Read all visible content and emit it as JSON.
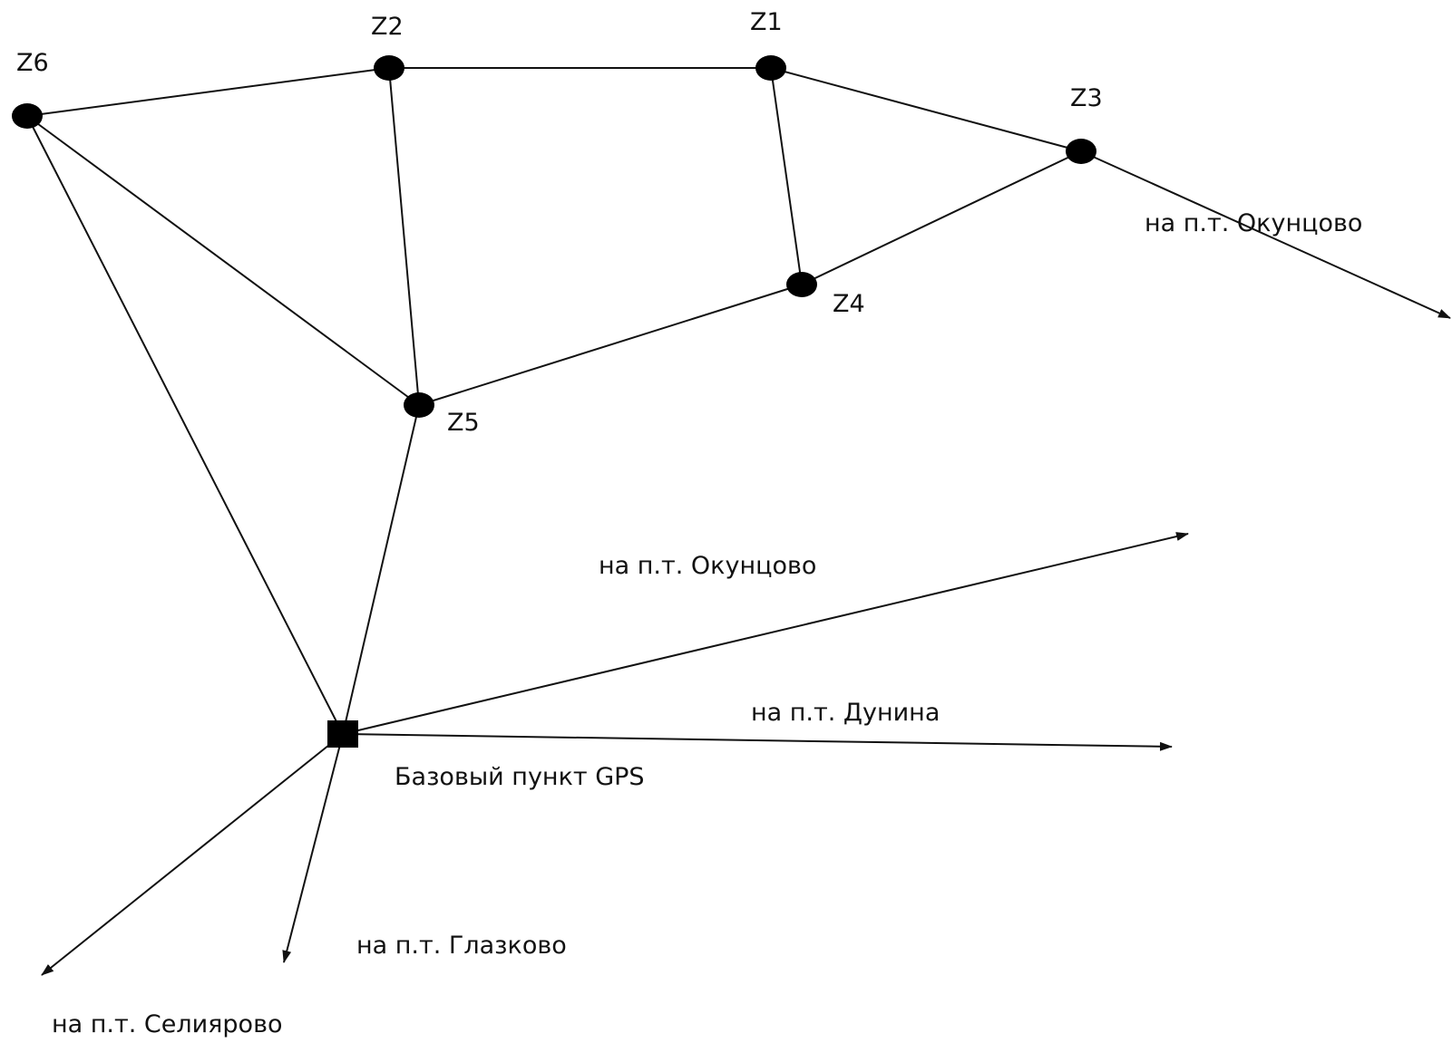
{
  "nodes": [
    {
      "id": "Z6",
      "label": "Z6",
      "kind": "point"
    },
    {
      "id": "Z2",
      "label": "Z2",
      "kind": "point"
    },
    {
      "id": "Z1",
      "label": "Z1",
      "kind": "point"
    },
    {
      "id": "Z3",
      "label": "Z3",
      "kind": "point"
    },
    {
      "id": "Z4",
      "label": "Z4",
      "kind": "point"
    },
    {
      "id": "Z5",
      "label": "Z5",
      "kind": "point"
    },
    {
      "id": "BASE",
      "label": "Базовый пункт GPS",
      "kind": "base-station"
    }
  ],
  "edges": [
    {
      "from": "Z6",
      "to": "Z2"
    },
    {
      "from": "Z2",
      "to": "Z1"
    },
    {
      "from": "Z1",
      "to": "Z3"
    },
    {
      "from": "Z1",
      "to": "Z4"
    },
    {
      "from": "Z3",
      "to": "Z4"
    },
    {
      "from": "Z4",
      "to": "Z5"
    },
    {
      "from": "Z2",
      "to": "Z5"
    },
    {
      "from": "Z6",
      "to": "Z5"
    },
    {
      "from": "Z6",
      "to": "BASE"
    },
    {
      "from": "Z5",
      "to": "BASE"
    }
  ],
  "directions": [
    {
      "from": "Z3",
      "label": "на п.т. Окунцово"
    },
    {
      "from": "BASE",
      "label": "на п.т. Окунцово"
    },
    {
      "from": "BASE",
      "label": "на п.т. Дунина"
    },
    {
      "from": "BASE",
      "label": "на п.т. Глазково"
    },
    {
      "from": "BASE",
      "label": "на п.т. Селиярово"
    }
  ],
  "colors": {
    "line": "#111111",
    "node": "#000000",
    "background": "#ffffff"
  }
}
